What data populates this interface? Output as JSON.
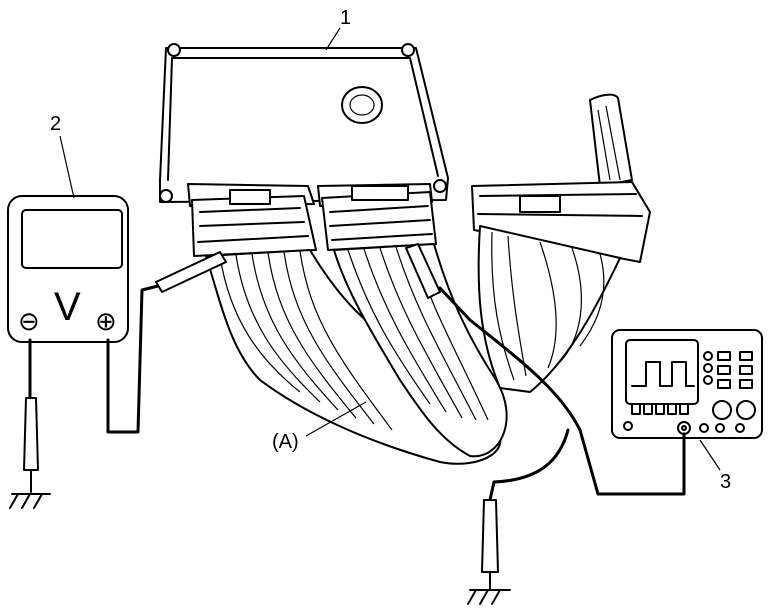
{
  "callouts": {
    "ecm": "1",
    "voltmeter": "2",
    "oscilloscope": "3",
    "harness": "(A)"
  },
  "voltmeter": {
    "unit_symbol": "V",
    "negative_symbol": "⊖",
    "positive_symbol": "⊕"
  },
  "icons": [
    "ground-symbol",
    "test-probe",
    "scope-waveform"
  ]
}
